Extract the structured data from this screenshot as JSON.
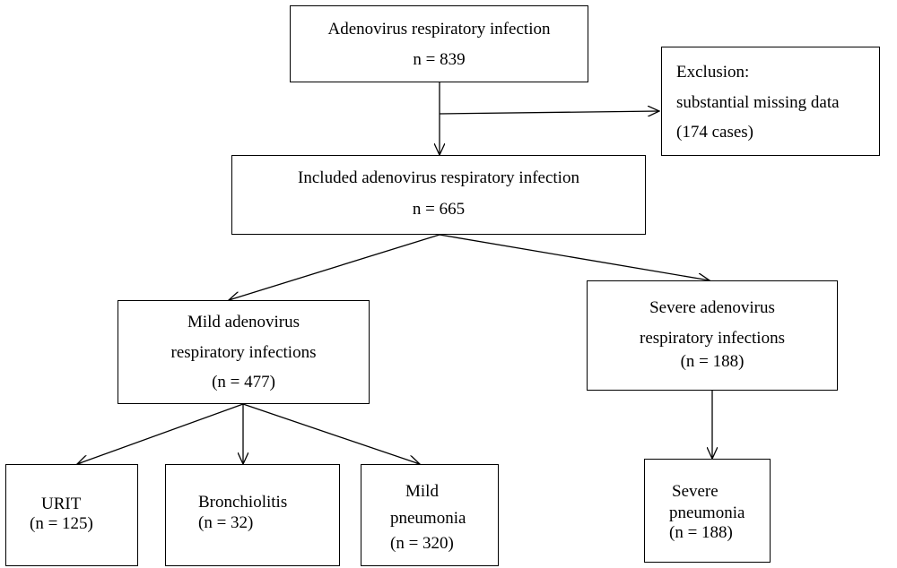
{
  "nodes": {
    "total": {
      "title": "Adenovirus respiratory infection",
      "count": "n = 839"
    },
    "exclusion": {
      "heading": "Exclusion:",
      "reason": "substantial  missing  data",
      "count": "(174  cases)"
    },
    "included": {
      "title": "Included adenovirus respiratory infection",
      "count": "n = 665"
    },
    "mild": {
      "line1": "Mild adenovirus",
      "line2": "respiratory infections",
      "count": "(n = 477)"
    },
    "severe": {
      "line1": "Severe adenovirus",
      "line2": "respiratory infections",
      "count": "(n = 188)"
    },
    "urit": {
      "label": "URIT",
      "count": "(n = 125)"
    },
    "bronchiolitis": {
      "label": "Bronchiolitis",
      "count": "(n = 32)"
    },
    "mild_pneumonia": {
      "line1": "Mild",
      "line2": "pneumonia",
      "count": "(n = 320)"
    },
    "severe_pneumonia": {
      "line1": "Severe",
      "line2": "pneumonia",
      "count": "(n = 188)"
    }
  },
  "colors": {
    "stroke": "#000000",
    "background": "#ffffff"
  }
}
